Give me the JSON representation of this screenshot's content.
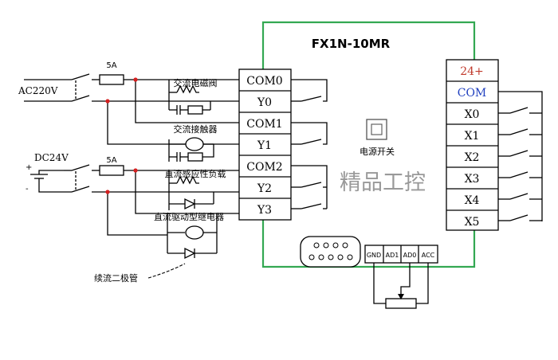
{
  "model": "FX1N-10MR",
  "left_terminals": [
    "COM0",
    "Y0",
    "COM1",
    "Y1",
    "COM2",
    "Y2",
    "Y3"
  ],
  "right_terminals": [
    "24+",
    "COM",
    "X0",
    "X1",
    "X2",
    "X3",
    "X4",
    "X5"
  ],
  "analog_terminals": [
    "GND",
    "AD1",
    "AD0",
    "ACC"
  ],
  "power_switch_label": "电源开关",
  "watermark": "精品工控",
  "supply_ac": "AC220V",
  "supply_dc": "DC24V",
  "fuse_ac": "5A",
  "fuse_dc": "5A",
  "dc_plus": "+",
  "dc_minus": "-",
  "loads": {
    "solenoid": "交流电磁阀",
    "contactor": "交流接触器",
    "inductive": "直流感应性负载",
    "relay": "直流驱动型继电器",
    "diode": "续流二极管"
  },
  "colors": {
    "frame": "#33a852",
    "terminal_24v": "#c0392b",
    "terminal_com": "#1f3fbf",
    "wire": "#000000",
    "junction": "#d62020"
  }
}
